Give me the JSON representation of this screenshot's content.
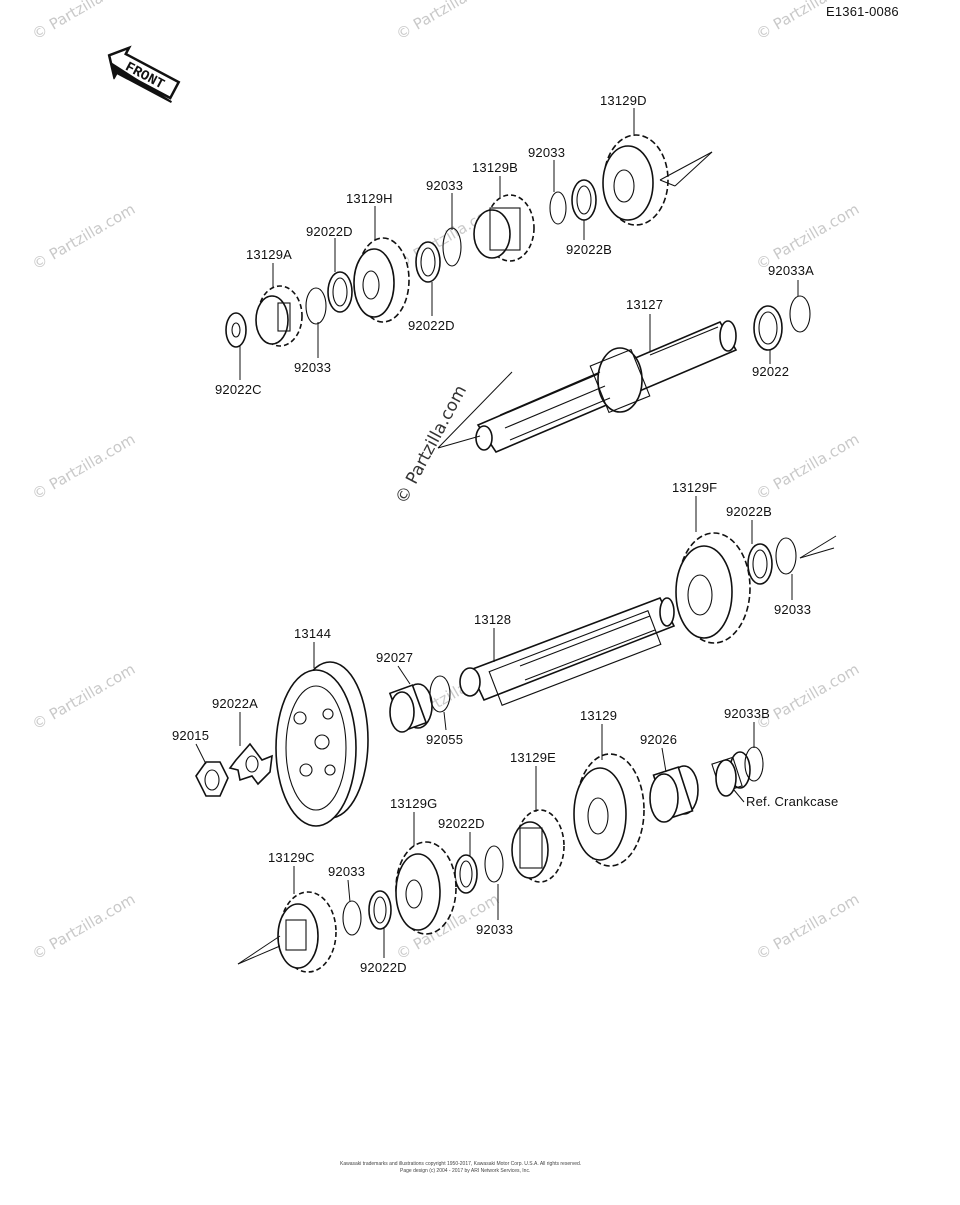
{
  "diagram": {
    "code": "E1361-0086",
    "front_label": "FRONT",
    "labels": {
      "p13129D": "13129D",
      "p92033_top": "92033",
      "p13129B": "13129B",
      "p92033_a": "92033",
      "p13129H": "13129H",
      "p92022D_a": "92022D",
      "p13129A": "13129A",
      "p92022B_top": "92022B",
      "p92022D_b": "92022D",
      "p92033_b": "92033",
      "p92022C": "92022C",
      "p92033A": "92033A",
      "p13127": "13127",
      "p92022": "92022",
      "p13129F": "13129F",
      "p92022B_mid": "92022B",
      "p92033_c": "92033",
      "p13128": "13128",
      "p13144": "13144",
      "p92027": "92027",
      "p92022A": "92022A",
      "p92015": "92015",
      "p92055": "92055",
      "p13129": "13129",
      "p92026": "92026",
      "p92033B": "92033B",
      "p13129E": "13129E",
      "ref_crankcase": "Ref. Crankcase",
      "p13129G": "13129G",
      "p92022D_c": "92022D",
      "p13129C": "13129C",
      "p92033_d": "92033",
      "p92033_e": "92033",
      "p92022D_d": "92022D"
    },
    "watermark": "© Partzilla.com",
    "footer_lines": [
      "Kawasaki trademarks and illustrations copyright 1950-2017, Kawasaki Motor Corp. U.S.A. All rights reserved.",
      "Page design (c) 2004 - 2017 by ARI Network Services, Inc."
    ]
  }
}
